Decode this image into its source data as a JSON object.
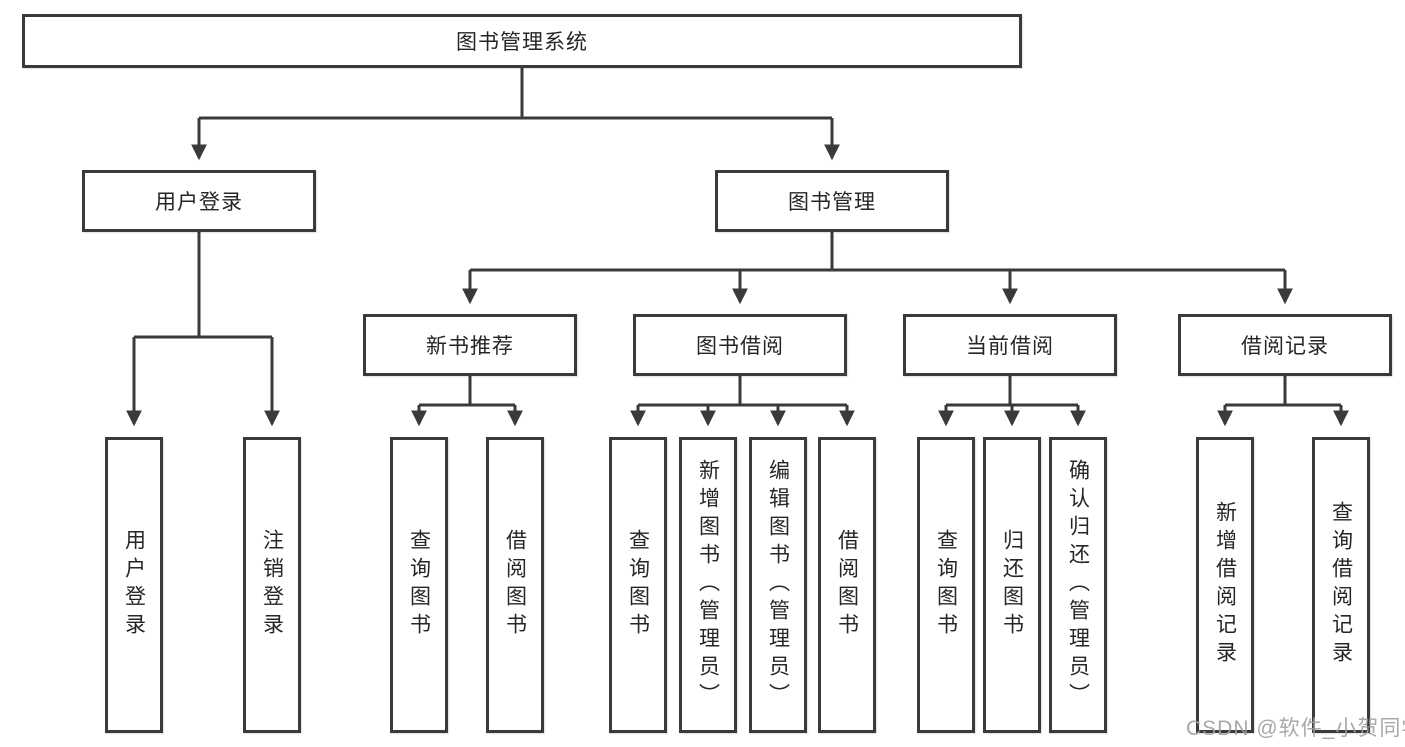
{
  "diagram": {
    "root": {
      "label": "图书管理系统"
    },
    "branches": [
      {
        "label": "用户登录",
        "children": [
          {
            "label": "用户登录"
          },
          {
            "label": "注销登录"
          }
        ]
      },
      {
        "label": "图书管理",
        "children": [
          {
            "label": "新书推荐",
            "children": [
              {
                "label": "查询图书"
              },
              {
                "label": "借阅图书"
              }
            ]
          },
          {
            "label": "图书借阅",
            "children": [
              {
                "label": "查询图书"
              },
              {
                "label": "新增图书（管理员）"
              },
              {
                "label": "编辑图书（管理员）"
              },
              {
                "label": "借阅图书"
              }
            ]
          },
          {
            "label": "当前借阅",
            "children": [
              {
                "label": "查询图书"
              },
              {
                "label": "归还图书"
              },
              {
                "label": "确认归还（管理员）"
              }
            ]
          },
          {
            "label": "借阅记录",
            "children": [
              {
                "label": "新增借阅记录"
              },
              {
                "label": "查询借阅记录"
              }
            ]
          }
        ]
      }
    ]
  },
  "watermark": {
    "text": "CSDN @软件_小贺同学"
  },
  "colors": {
    "line": "#3a3a3a",
    "text": "#262626",
    "background": "#ffffff",
    "watermark": "#9e9e9e"
  }
}
